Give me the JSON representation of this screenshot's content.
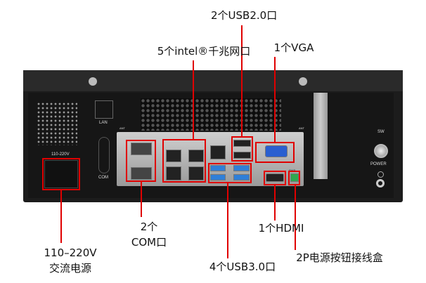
{
  "callouts": {
    "usb2": "2个USB2.0口",
    "lan": "5个intel®千兆网口",
    "vga": "1个VGA",
    "com_line1": "2个",
    "com_line2": "COM口",
    "power_line1": "110–220V",
    "power_line2": "交流电源",
    "hdmi": "1个HDMI",
    "usb3": "4个USB3.0口",
    "pwr_header": "2P电源按钮接线盒"
  },
  "panel_labels": {
    "lan": "LAN",
    "voltage": "110-220V",
    "com": "COM",
    "sw": "SW",
    "power": "POWER",
    "ant": "ANT",
    "pwr": "PWR"
  },
  "colors": {
    "highlight": "#e00000",
    "chassis": "#1a1a1a",
    "usb3": "#2f7fd8",
    "vga": "#2a5fd0",
    "terminal": "#2fa84f"
  }
}
